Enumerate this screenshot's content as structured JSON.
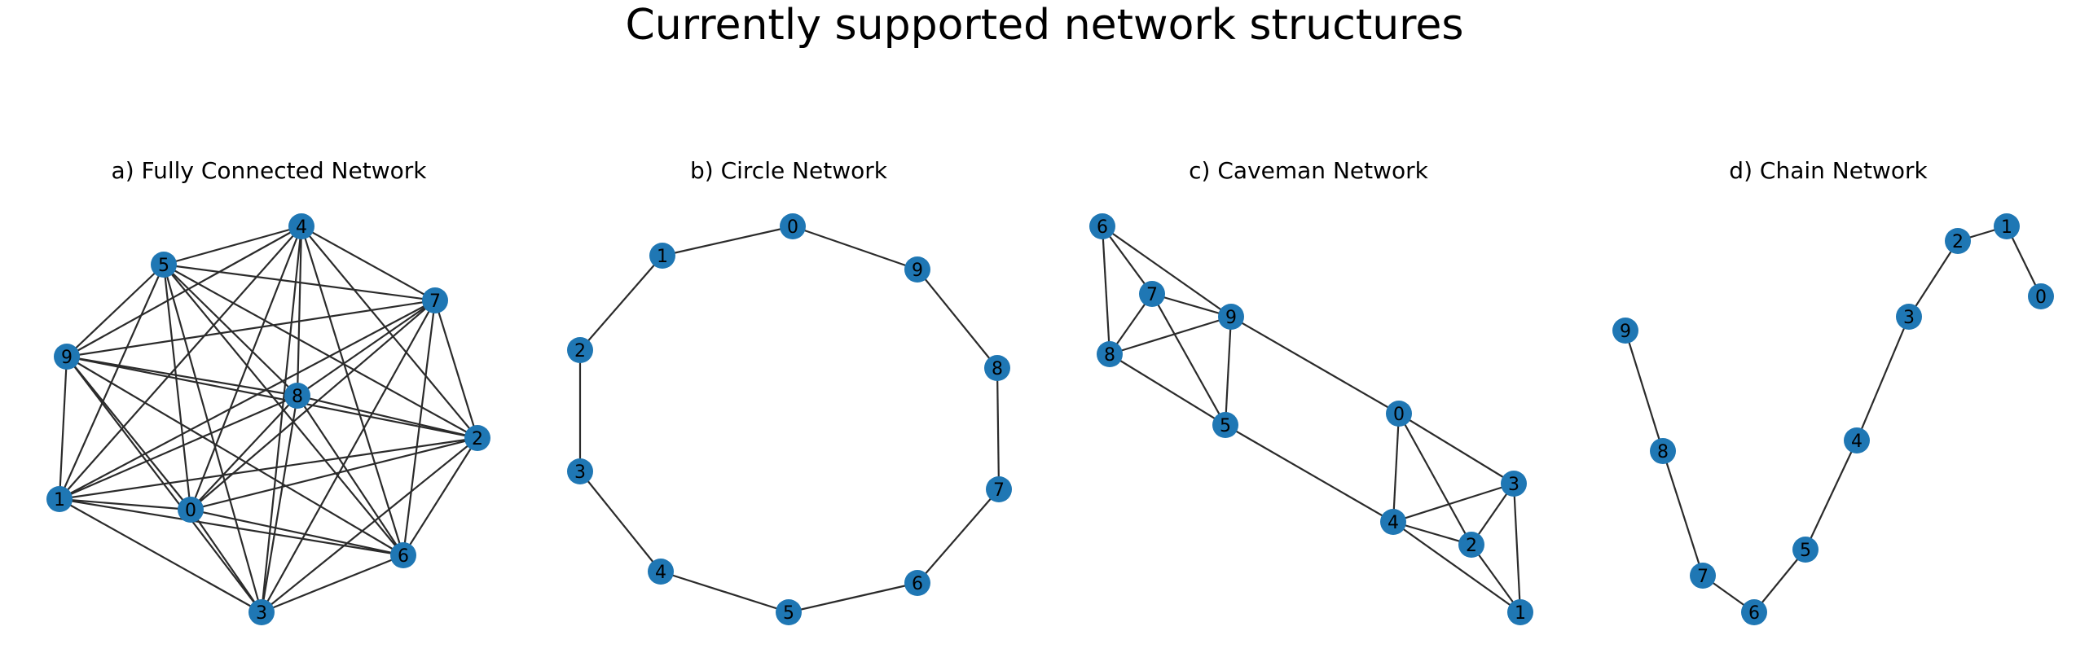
{
  "figure": {
    "title": "Currently supported network structures",
    "colors": {
      "node": "#1f77b4",
      "edge": "#2b2b2b",
      "text": "#000000",
      "background": "#ffffff"
    }
  },
  "panels": [
    {
      "id": "fully-connected",
      "title": "a) Fully Connected Network",
      "nodes": [
        "0",
        "1",
        "2",
        "3",
        "4",
        "5",
        "6",
        "7",
        "8",
        "9"
      ],
      "edges": [
        [
          "0",
          "1"
        ],
        [
          "0",
          "2"
        ],
        [
          "0",
          "3"
        ],
        [
          "0",
          "4"
        ],
        [
          "0",
          "5"
        ],
        [
          "0",
          "6"
        ],
        [
          "0",
          "7"
        ],
        [
          "0",
          "8"
        ],
        [
          "0",
          "9"
        ],
        [
          "1",
          "2"
        ],
        [
          "1",
          "3"
        ],
        [
          "1",
          "4"
        ],
        [
          "1",
          "5"
        ],
        [
          "1",
          "6"
        ],
        [
          "1",
          "7"
        ],
        [
          "1",
          "8"
        ],
        [
          "1",
          "9"
        ],
        [
          "2",
          "3"
        ],
        [
          "2",
          "4"
        ],
        [
          "2",
          "5"
        ],
        [
          "2",
          "6"
        ],
        [
          "2",
          "7"
        ],
        [
          "2",
          "8"
        ],
        [
          "2",
          "9"
        ],
        [
          "3",
          "4"
        ],
        [
          "3",
          "5"
        ],
        [
          "3",
          "6"
        ],
        [
          "3",
          "7"
        ],
        [
          "3",
          "8"
        ],
        [
          "3",
          "9"
        ],
        [
          "4",
          "5"
        ],
        [
          "4",
          "6"
        ],
        [
          "4",
          "7"
        ],
        [
          "4",
          "8"
        ],
        [
          "4",
          "9"
        ],
        [
          "5",
          "6"
        ],
        [
          "5",
          "7"
        ],
        [
          "5",
          "8"
        ],
        [
          "5",
          "9"
        ],
        [
          "6",
          "7"
        ],
        [
          "6",
          "8"
        ],
        [
          "6",
          "9"
        ],
        [
          "7",
          "8"
        ],
        [
          "7",
          "9"
        ],
        [
          "8",
          "9"
        ]
      ]
    },
    {
      "id": "circle",
      "title": "b) Circle Network",
      "nodes": [
        "0",
        "1",
        "2",
        "3",
        "4",
        "5",
        "6",
        "7",
        "8",
        "9"
      ],
      "edges": [
        [
          "0",
          "1"
        ],
        [
          "1",
          "2"
        ],
        [
          "2",
          "3"
        ],
        [
          "3",
          "4"
        ],
        [
          "4",
          "5"
        ],
        [
          "5",
          "6"
        ],
        [
          "6",
          "7"
        ],
        [
          "7",
          "8"
        ],
        [
          "8",
          "9"
        ],
        [
          "9",
          "0"
        ]
      ]
    },
    {
      "id": "caveman",
      "title": "c) Caveman Network",
      "nodes": [
        "0",
        "1",
        "2",
        "3",
        "4",
        "5",
        "6",
        "7",
        "8",
        "9"
      ],
      "edges": [
        [
          "6",
          "7"
        ],
        [
          "6",
          "8"
        ],
        [
          "6",
          "9"
        ],
        [
          "7",
          "8"
        ],
        [
          "7",
          "9"
        ],
        [
          "7",
          "5"
        ],
        [
          "8",
          "9"
        ],
        [
          "8",
          "5"
        ],
        [
          "9",
          "5"
        ],
        [
          "9",
          "0"
        ],
        [
          "5",
          "4"
        ],
        [
          "0",
          "3"
        ],
        [
          "0",
          "4"
        ],
        [
          "0",
          "2"
        ],
        [
          "3",
          "2"
        ],
        [
          "3",
          "4"
        ],
        [
          "3",
          "1"
        ],
        [
          "4",
          "2"
        ],
        [
          "4",
          "1"
        ],
        [
          "2",
          "1"
        ]
      ]
    },
    {
      "id": "chain",
      "title": "d) Chain Network",
      "nodes": [
        "0",
        "1",
        "2",
        "3",
        "4",
        "5",
        "6",
        "7",
        "8",
        "9"
      ],
      "edges": [
        [
          "0",
          "1"
        ],
        [
          "1",
          "2"
        ],
        [
          "2",
          "3"
        ],
        [
          "3",
          "4"
        ],
        [
          "4",
          "5"
        ],
        [
          "5",
          "6"
        ],
        [
          "6",
          "7"
        ],
        [
          "7",
          "8"
        ],
        [
          "8",
          "9"
        ]
      ]
    }
  ]
}
